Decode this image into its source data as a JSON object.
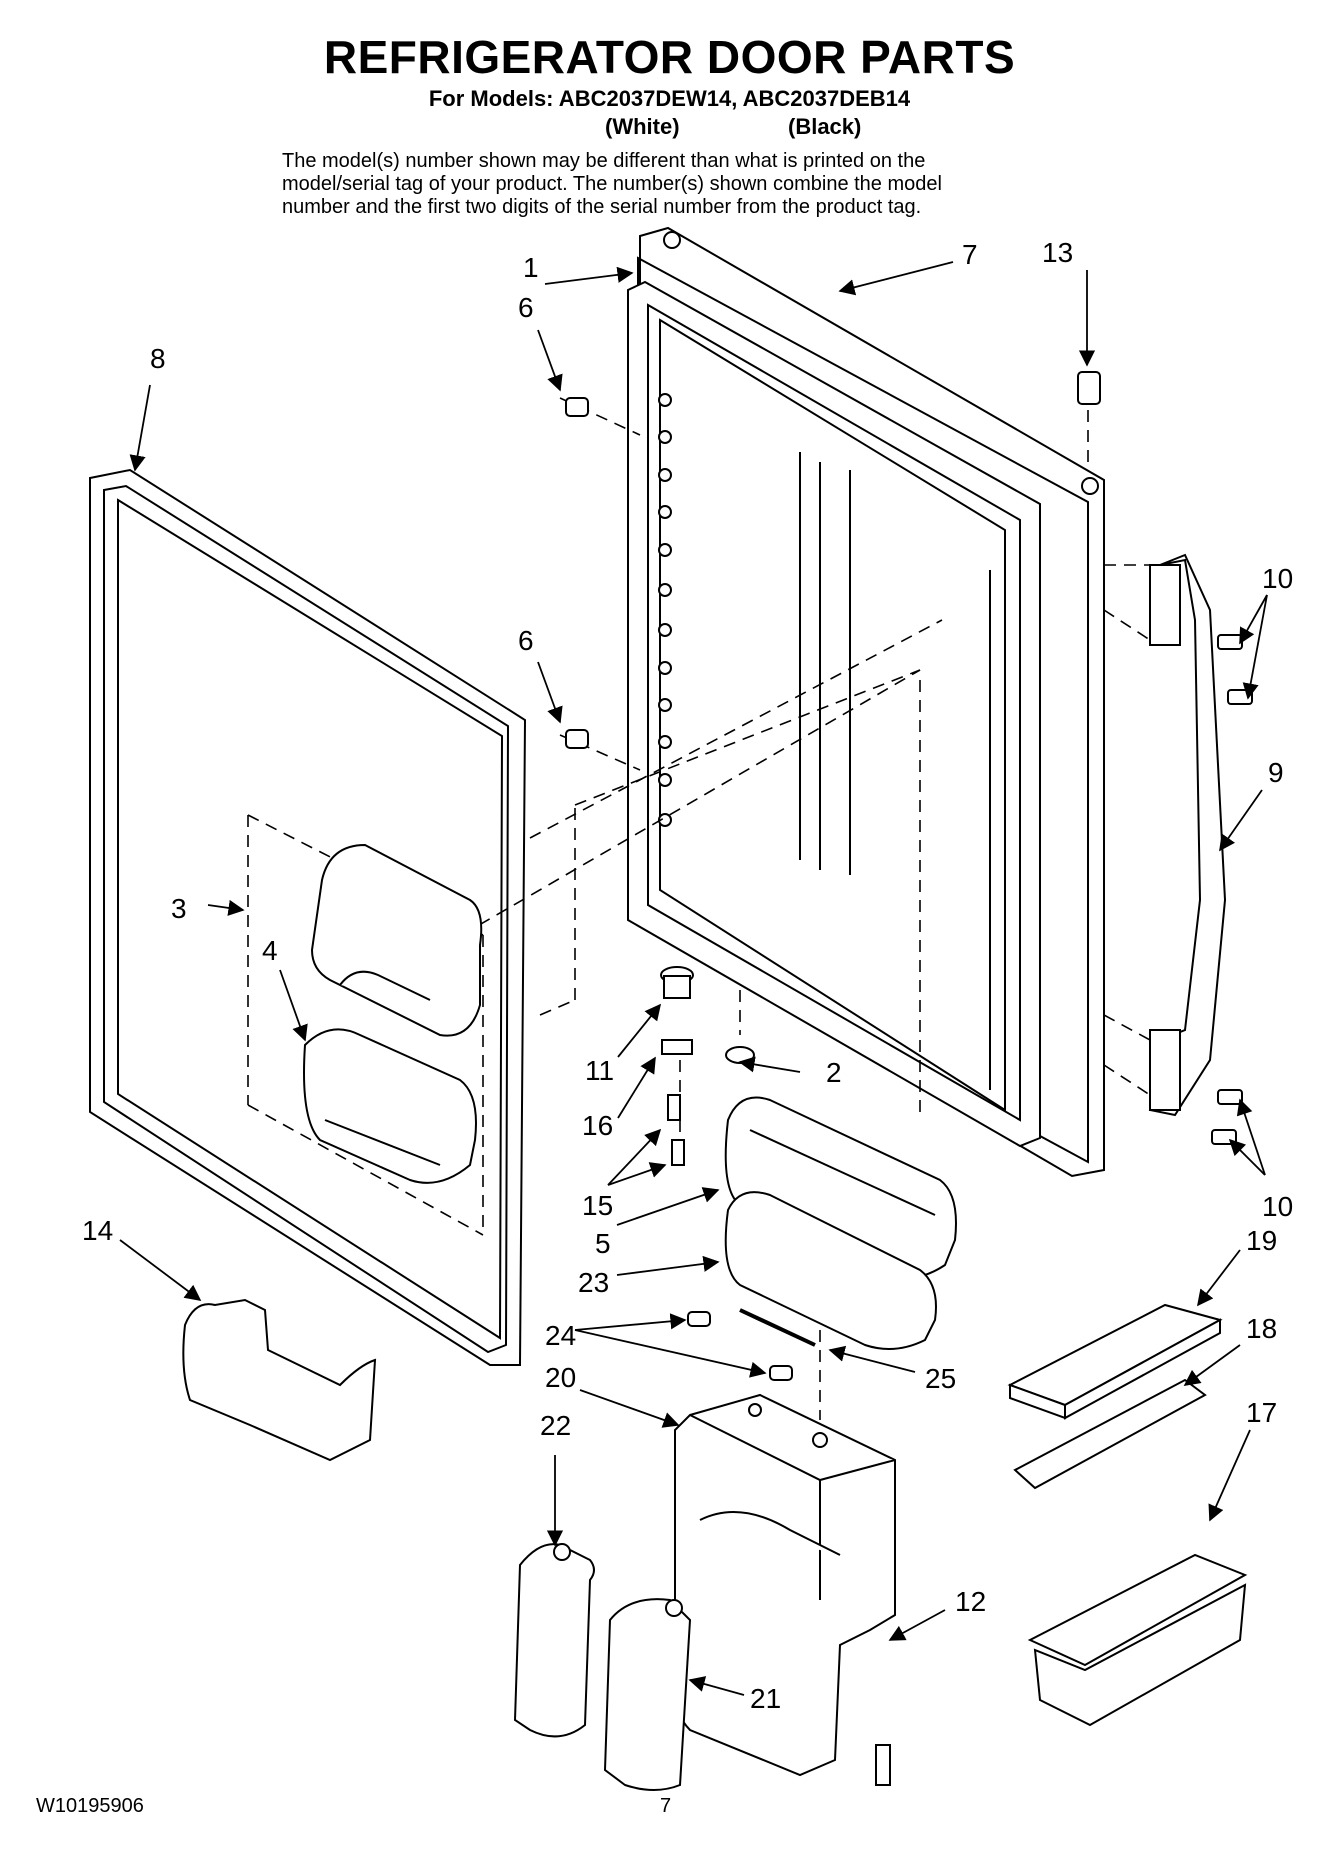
{
  "header": {
    "title": "REFRIGERATOR DOOR PARTS",
    "models_line": "For Models: ABC2037DEW14, ABC2037DEB14",
    "variant_white": "(White)",
    "variant_black": "(Black)",
    "note_lines": [
      "The model(s) number shown may be different than what is printed on the",
      "model/serial tag of your product. The number(s) shown combine the model",
      "number and the first two digits of the serial number from the product tag."
    ]
  },
  "callouts": {
    "c1": "1",
    "c2": "2",
    "c3": "3",
    "c4": "4",
    "c5": "5",
    "c6a": "6",
    "c6b": "6",
    "c7": "7",
    "c8": "8",
    "c9": "9",
    "c10a": "10",
    "c10b": "10",
    "c11": "11",
    "c12": "12",
    "c13": "13",
    "c14": "14",
    "c15": "15",
    "c16": "16",
    "c17": "17",
    "c18": "18",
    "c19": "19",
    "c20": "20",
    "c21": "21",
    "c22": "22",
    "c23": "23",
    "c24": "24",
    "c25": "25"
  },
  "footer": {
    "doc_number": "W10195906",
    "page_number": "7"
  }
}
